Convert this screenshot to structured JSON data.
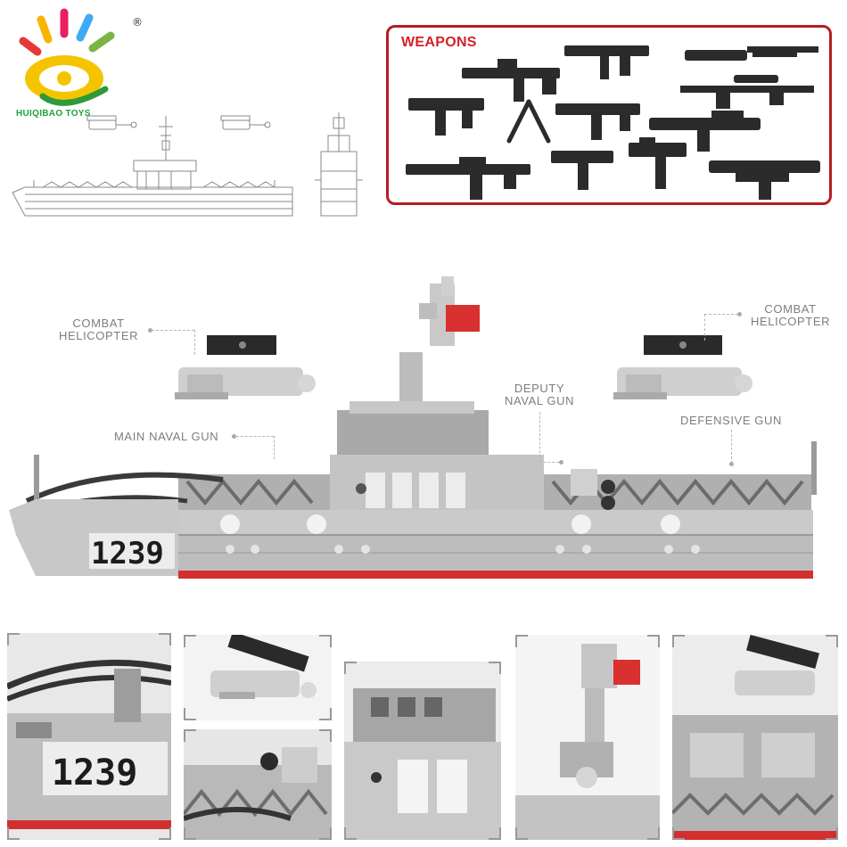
{
  "logo": {
    "brand": "HUIQIBAO TOYS",
    "registered": "®"
  },
  "weapons_panel": {
    "title": "WEAPONS",
    "border_color": "#b51d24",
    "title_color": "#d42027"
  },
  "callouts": {
    "combat_helicopter_left": [
      "COMBAT",
      "HELICOPTER"
    ],
    "combat_helicopter_right": [
      "COMBAT",
      "HELICOPTER"
    ],
    "main_naval_gun": "MAIN NAVAL GUN",
    "deputy_naval_gun": [
      "DEPUTY",
      "NAVAL GUN"
    ],
    "defensive_gun": "DEFENSIVE GUN"
  },
  "ship": {
    "hull_number": "1239",
    "hull_color": "#bdbdbd",
    "stripe_color": "#d32f2f"
  },
  "thumbnails": {
    "hull_closeup_number": "1239"
  }
}
